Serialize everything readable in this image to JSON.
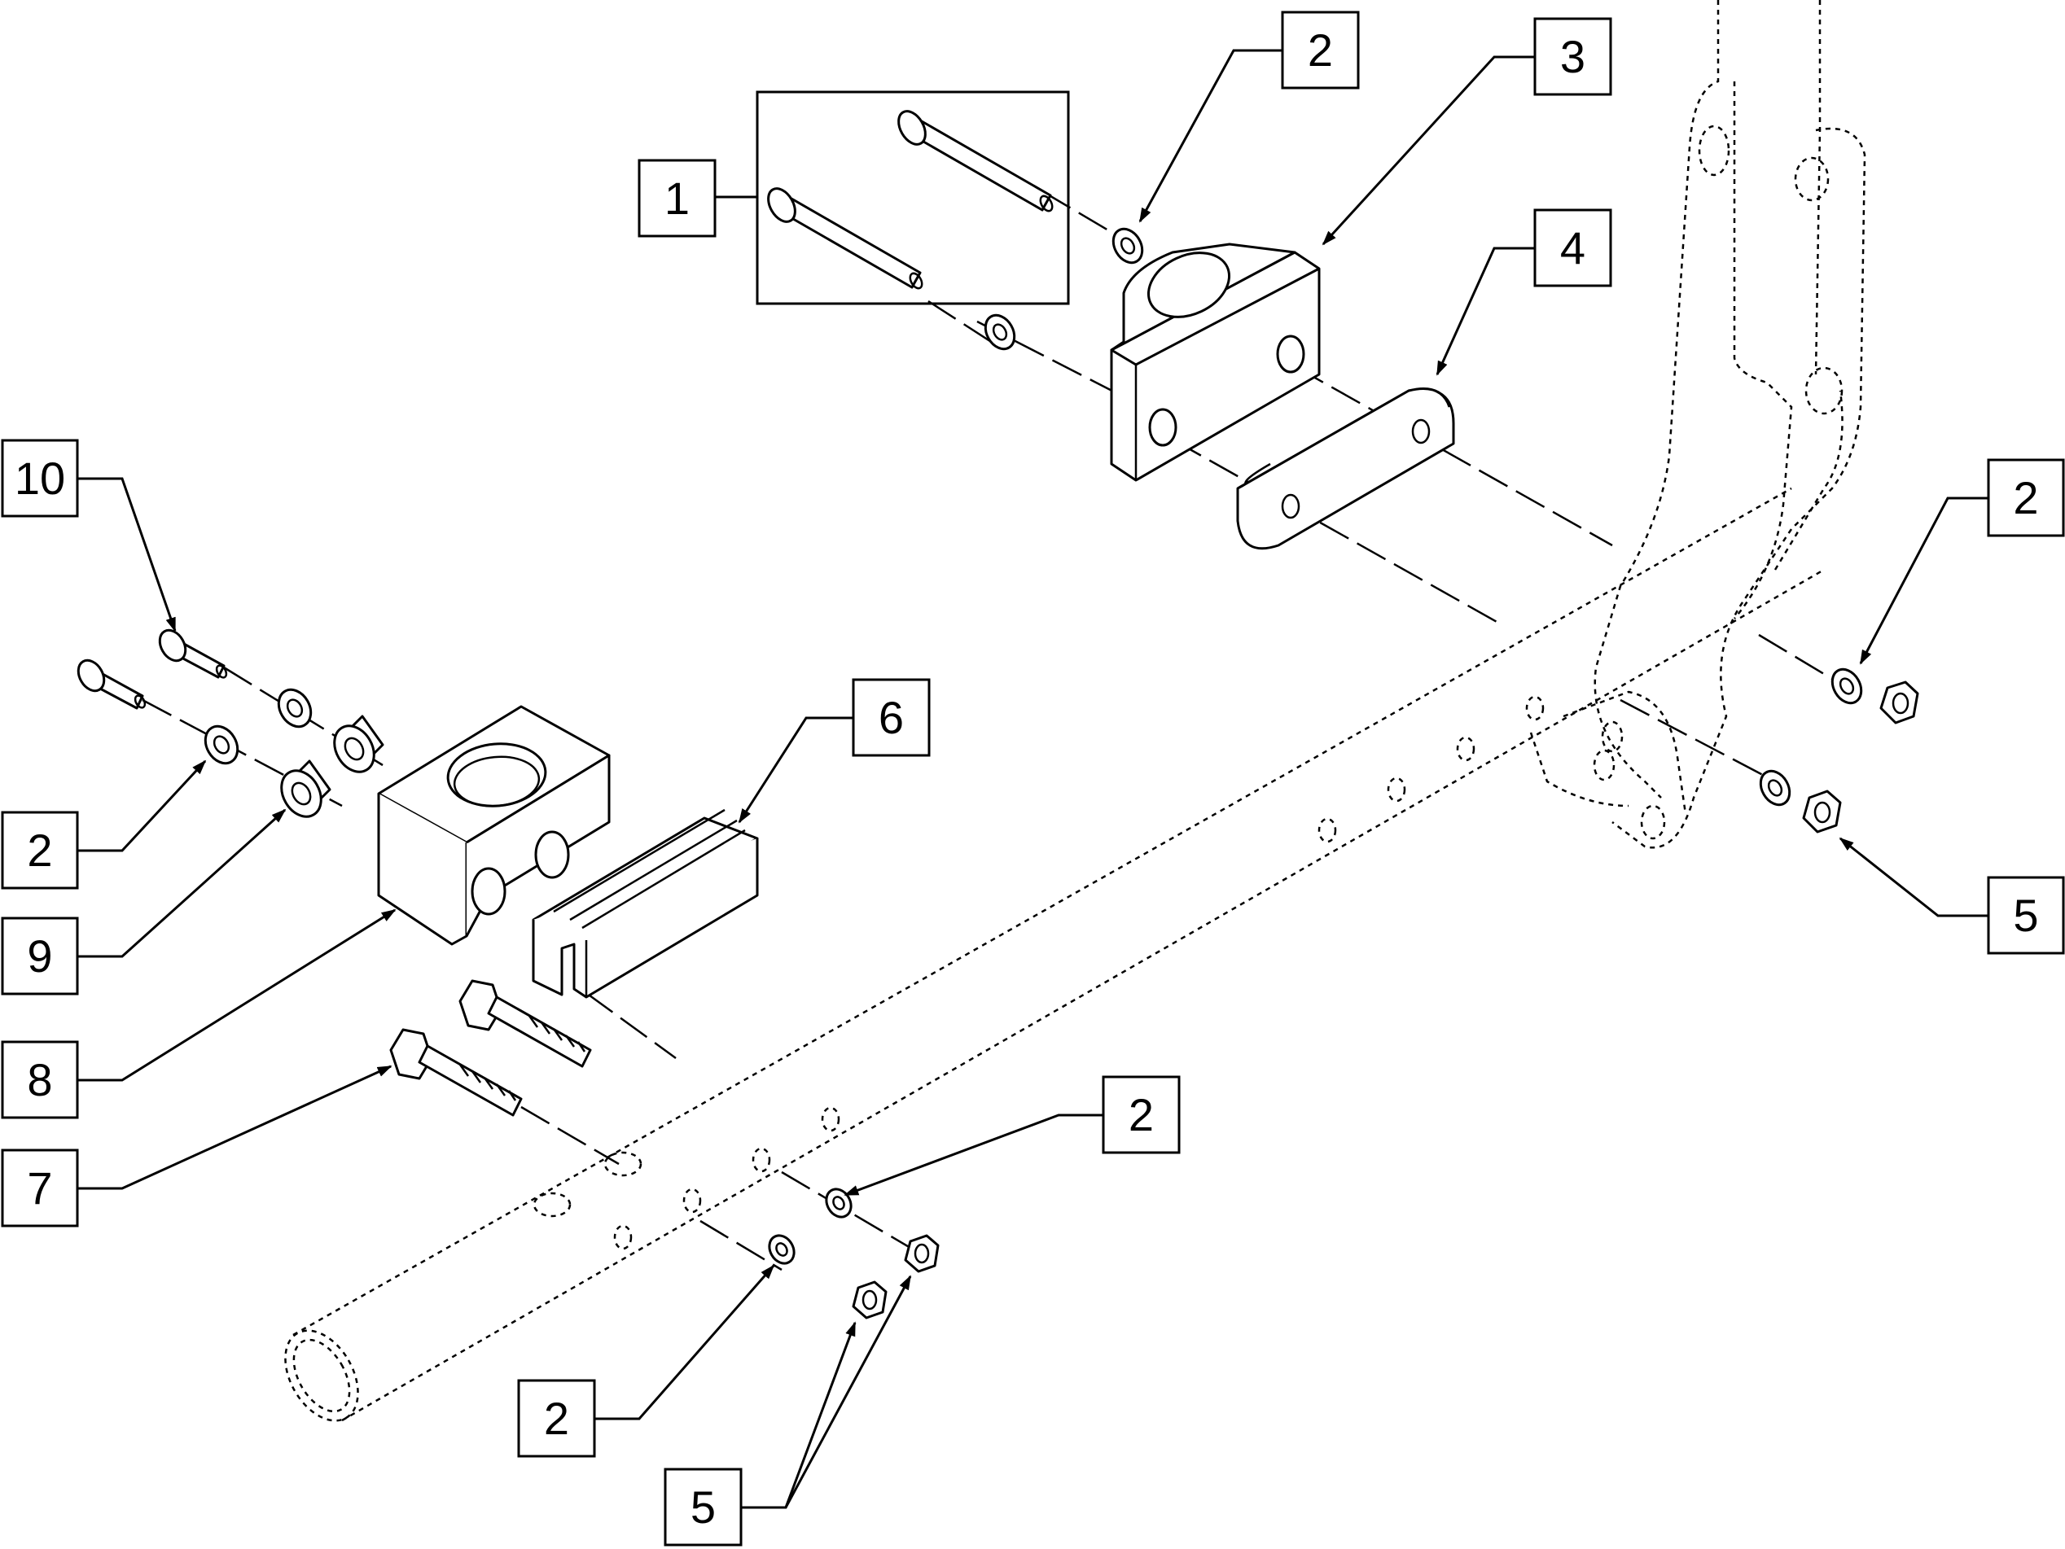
{
  "diagram": {
    "type": "exploded-parts-view",
    "callouts": [
      {
        "id": "c1",
        "label": "1"
      },
      {
        "id": "c2a",
        "label": "2"
      },
      {
        "id": "c3",
        "label": "3"
      },
      {
        "id": "c4",
        "label": "4"
      },
      {
        "id": "c10",
        "label": "10"
      },
      {
        "id": "c2b",
        "label": "2"
      },
      {
        "id": "c6",
        "label": "6"
      },
      {
        "id": "c2c",
        "label": "2"
      },
      {
        "id": "c9",
        "label": "9"
      },
      {
        "id": "c5a",
        "label": "5"
      },
      {
        "id": "c8",
        "label": "8"
      },
      {
        "id": "c2d",
        "label": "2"
      },
      {
        "id": "c7",
        "label": "7"
      },
      {
        "id": "c2e",
        "label": "2"
      },
      {
        "id": "c5b",
        "label": "5"
      }
    ]
  }
}
